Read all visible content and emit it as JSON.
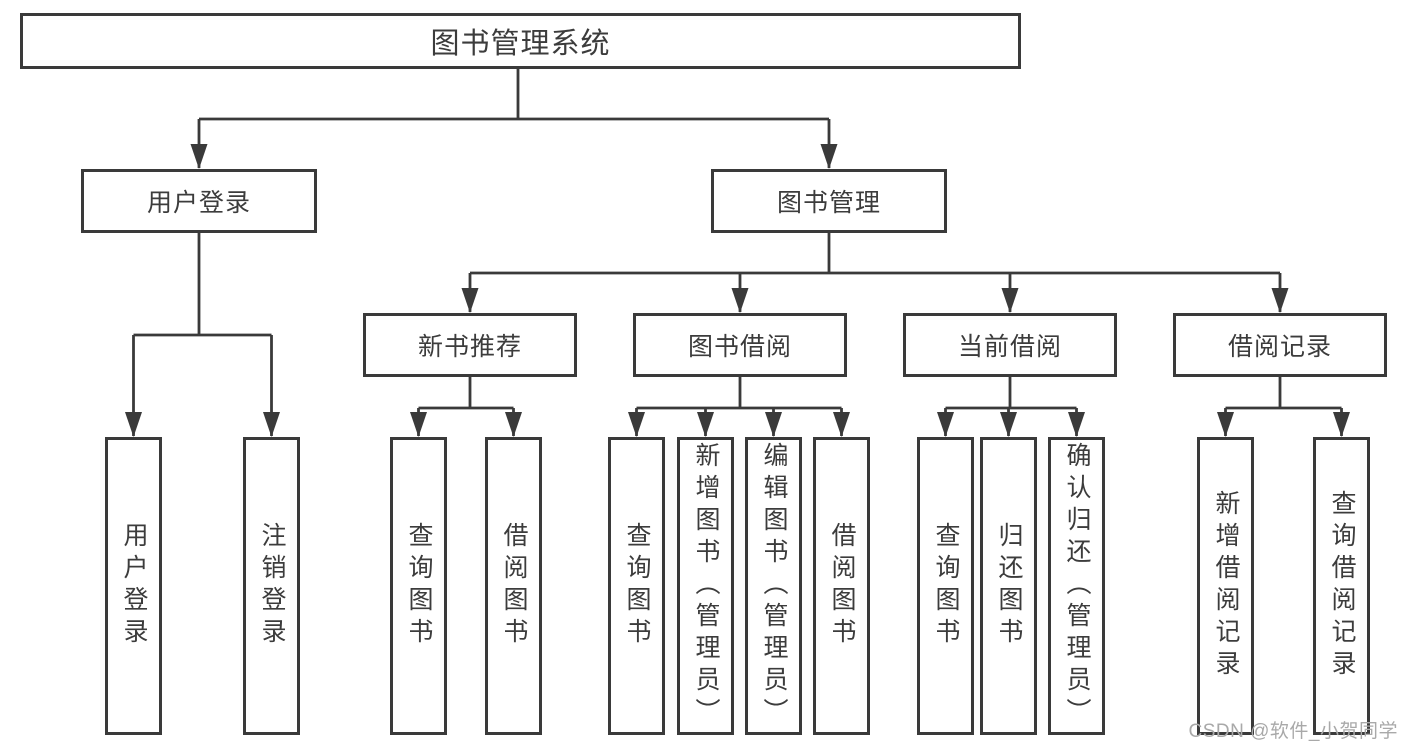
{
  "colors": {
    "background": "#ffffff",
    "box_border": "#3a3a3a",
    "connector_line": "#3a3a3a",
    "text": "#3c3c3c",
    "watermark": "#a9a9a9"
  },
  "tree": {
    "root": "图书管理系统",
    "user_login": {
      "label": "用户登录",
      "children": [
        "用户登录",
        "注销登录"
      ]
    },
    "book_management": {
      "label": "图书管理",
      "sections": [
        {
          "label": "新书推荐",
          "children": [
            "查询图书",
            "借阅图书"
          ]
        },
        {
          "label": "图书借阅",
          "children": [
            "查询图书",
            "新增图书（管理员）",
            "编辑图书（管理员）",
            "借阅图书"
          ]
        },
        {
          "label": "当前借阅",
          "children": [
            "查询图书",
            "归还图书",
            "确认归还（管理员）"
          ]
        },
        {
          "label": "借阅记录",
          "children": [
            "新增借阅记录",
            "查询借阅记录"
          ]
        }
      ]
    }
  },
  "watermark": "CSDN @软件_小贺同学"
}
